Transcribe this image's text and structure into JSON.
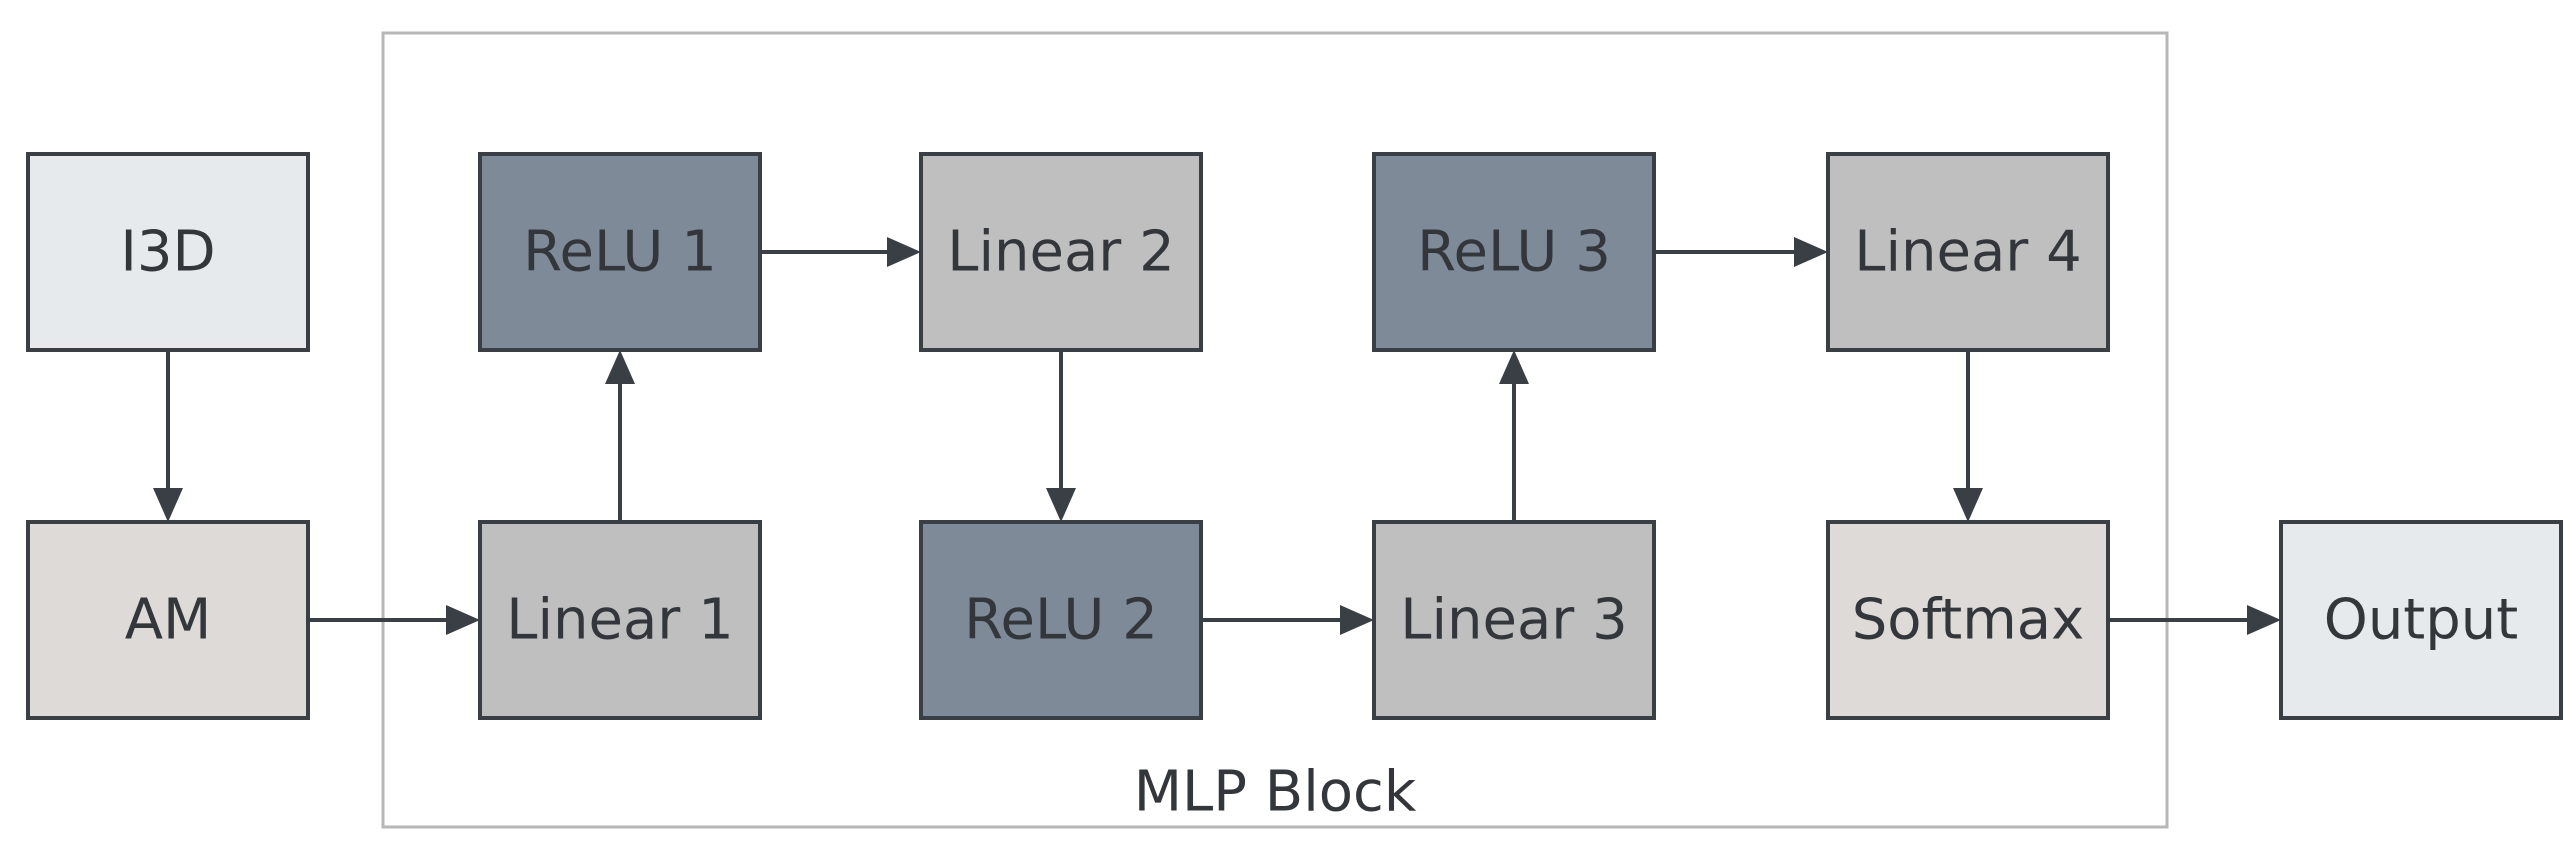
{
  "group": {
    "label": "MLP Block"
  },
  "colors": {
    "input": "#e6eaed",
    "am": "#dddad7",
    "linear": "#bfbfbf",
    "relu": "#7e8a98",
    "softmax": "#dddad7",
    "output": "#e6eaed",
    "border": "#3a3f45"
  },
  "nodes": [
    {
      "id": "i3d",
      "label": "I3D",
      "kind": "input"
    },
    {
      "id": "am",
      "label": "AM",
      "kind": "am"
    },
    {
      "id": "linear1",
      "label": "Linear 1",
      "kind": "linear"
    },
    {
      "id": "relu1",
      "label": "ReLU 1",
      "kind": "relu"
    },
    {
      "id": "linear2",
      "label": "Linear 2",
      "kind": "linear"
    },
    {
      "id": "relu2",
      "label": "ReLU 2",
      "kind": "relu"
    },
    {
      "id": "linear3",
      "label": "Linear 3",
      "kind": "linear"
    },
    {
      "id": "relu3",
      "label": "ReLU 3",
      "kind": "relu"
    },
    {
      "id": "linear4",
      "label": "Linear 4",
      "kind": "linear"
    },
    {
      "id": "softmax",
      "label": "Softmax",
      "kind": "softmax"
    },
    {
      "id": "output",
      "label": "Output",
      "kind": "output"
    }
  ],
  "edges": [
    {
      "from": "i3d",
      "to": "am"
    },
    {
      "from": "am",
      "to": "linear1"
    },
    {
      "from": "linear1",
      "to": "relu1"
    },
    {
      "from": "relu1",
      "to": "linear2"
    },
    {
      "from": "linear2",
      "to": "relu2"
    },
    {
      "from": "relu2",
      "to": "linear3"
    },
    {
      "from": "linear3",
      "to": "relu3"
    },
    {
      "from": "relu3",
      "to": "linear4"
    },
    {
      "from": "linear4",
      "to": "softmax"
    },
    {
      "from": "softmax",
      "to": "output"
    }
  ]
}
